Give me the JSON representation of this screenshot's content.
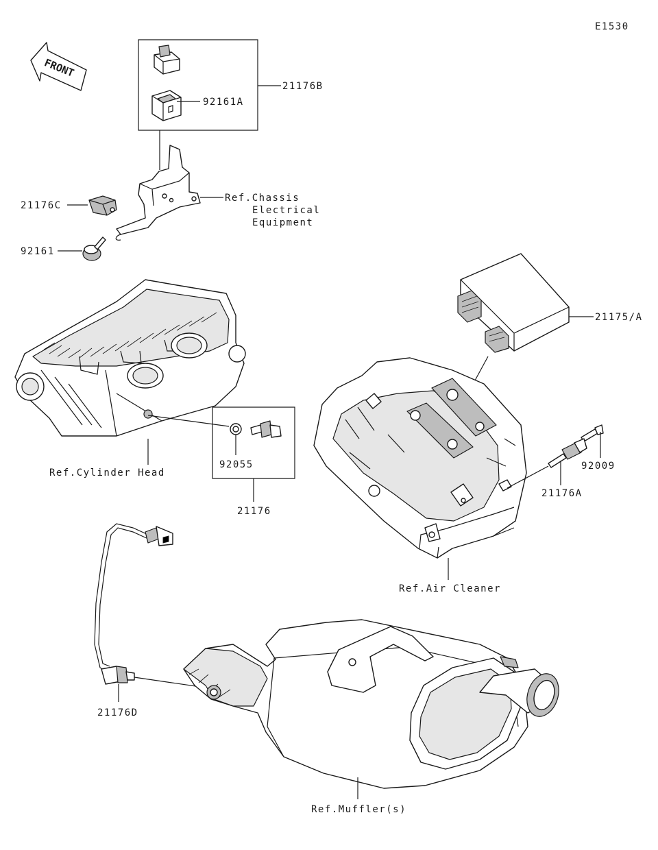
{
  "diagram_code": "E1530",
  "front_label": "FRONT",
  "labels": {
    "kit_21176B": "21176B",
    "seal_92161A": "92161A",
    "sensor_21176C": "21176C",
    "seal_92161": "92161",
    "ref_chassis": "Ref.Chassis",
    "ref_chassis_line2": "Electrical",
    "ref_chassis_line3": "Equipment",
    "ecu_21175A": "21175/A",
    "ref_cylinder_head": "Ref.Cylinder Head",
    "washer_92055": "92055",
    "sensor_21176": "21176",
    "bolt_92009": "92009",
    "sensor_21176A": "21176A",
    "ref_air_cleaner": "Ref.Air Cleaner",
    "o2_sensor_21176D": "21176D",
    "ref_muffler": "Ref.Muffler(s)"
  }
}
